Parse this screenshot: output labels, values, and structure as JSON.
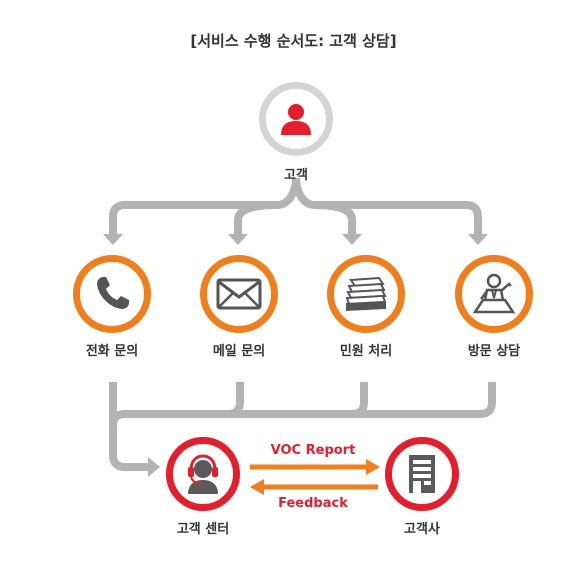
{
  "title": "[서비스 수행 순서도: 고객 상담]",
  "customer": {
    "label": "고객",
    "icon": "person-icon"
  },
  "channels": [
    {
      "label": "전화 문의",
      "icon": "phone-icon"
    },
    {
      "label": "메일 문의",
      "icon": "mail-icon"
    },
    {
      "label": "민원 처리",
      "icon": "document-stack-icon"
    },
    {
      "label": "방문 상담",
      "icon": "visitor-icon"
    }
  ],
  "center": {
    "label": "고객 센터",
    "icon": "headset-agent-icon"
  },
  "company": {
    "label": "고객사",
    "icon": "building-icon"
  },
  "flows": {
    "report": "VOC Report",
    "feedback": "Feedback"
  },
  "colors": {
    "orange": "#f07f1b",
    "red": "#e61e2b",
    "gray_ring": "#d4d4d4",
    "connector_gray": "#b3b3b3",
    "icon_gray": "#5a5a5a"
  }
}
